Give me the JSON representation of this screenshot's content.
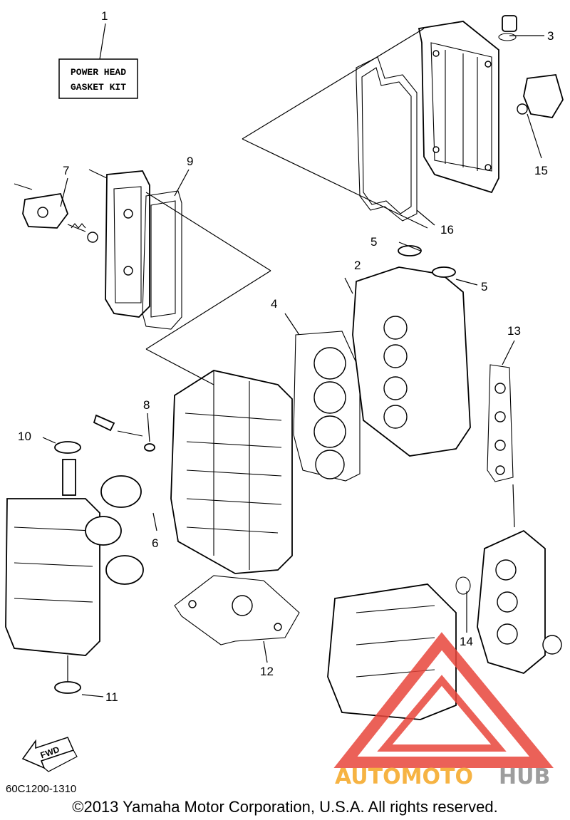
{
  "kit_label": {
    "line1": "POWER HEAD",
    "line2": "GASKET KIT"
  },
  "callouts": [
    "1",
    "2",
    "3",
    "4",
    "5",
    "5",
    "6",
    "7",
    "8",
    "9",
    "10",
    "11",
    "12",
    "13",
    "14",
    "15",
    "16"
  ],
  "diagram_code": "60C1200-1310",
  "copyright": "©2013 Yamaha Motor Corporation, U.S.A. All rights reserved.",
  "fwd_label": "FWD",
  "watermark": {
    "part1": "AUTOMOTO",
    "part2": "HUB",
    "color1": "#f5a623",
    "color2": "#8c8c8c",
    "triangle_color": "#e8463c"
  }
}
